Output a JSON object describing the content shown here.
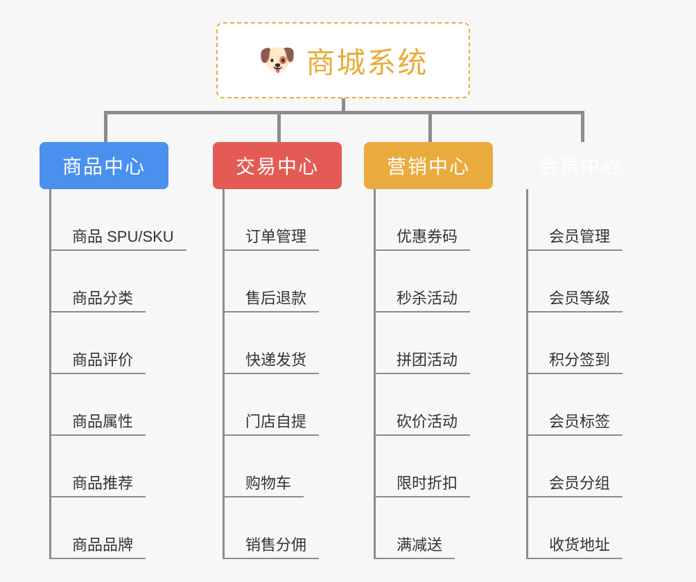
{
  "diagram": {
    "type": "mindmap",
    "background_color": "#f7f7f7",
    "connector_color": "#8c8c8c",
    "root": {
      "icon": "dog-face-icon",
      "emoji": "🐶",
      "title": "商城系统",
      "text_color": "#e8ab3c",
      "border_color": "#e8ab3c",
      "fill_color": "#ffffff"
    },
    "columns": [
      {
        "title": "商品中心",
        "color": "#4a90ee",
        "items": [
          "商品 SPU/SKU",
          "商品分类",
          "商品评价",
          "商品属性",
          "商品推荐",
          "商品品牌"
        ]
      },
      {
        "title": "交易中心",
        "color": "#e45b56",
        "items": [
          "订单管理",
          "售后退款",
          "快递发货",
          "门店自提",
          "购物车",
          "销售分佣"
        ]
      },
      {
        "title": "营销中心",
        "color": "#eaab3e",
        "items": [
          "优惠券码",
          "秒杀活动",
          "拼团活动",
          "砍价活动",
          "限时折扣",
          "满减送"
        ]
      },
      {
        "title": "会员中心",
        "color": "#76c council",
        "items": [
          "会员管理",
          "会员等级",
          "积分签到",
          "会员标签",
          "会员分组",
          "收货地址"
        ]
      }
    ]
  }
}
